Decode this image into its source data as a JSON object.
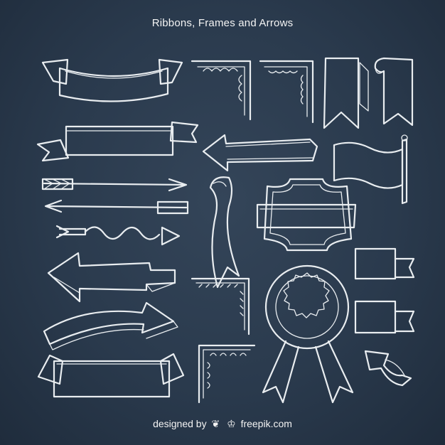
{
  "title": "Ribbons, Frames and Arrows",
  "footer": {
    "text_designed_by": "designed by",
    "brand_site": "freepik.com"
  },
  "icons": [
    "leaf-icon",
    "crown-icon"
  ],
  "colors": {
    "background": "#2b3b4e",
    "chalk": "#e9edf0"
  }
}
